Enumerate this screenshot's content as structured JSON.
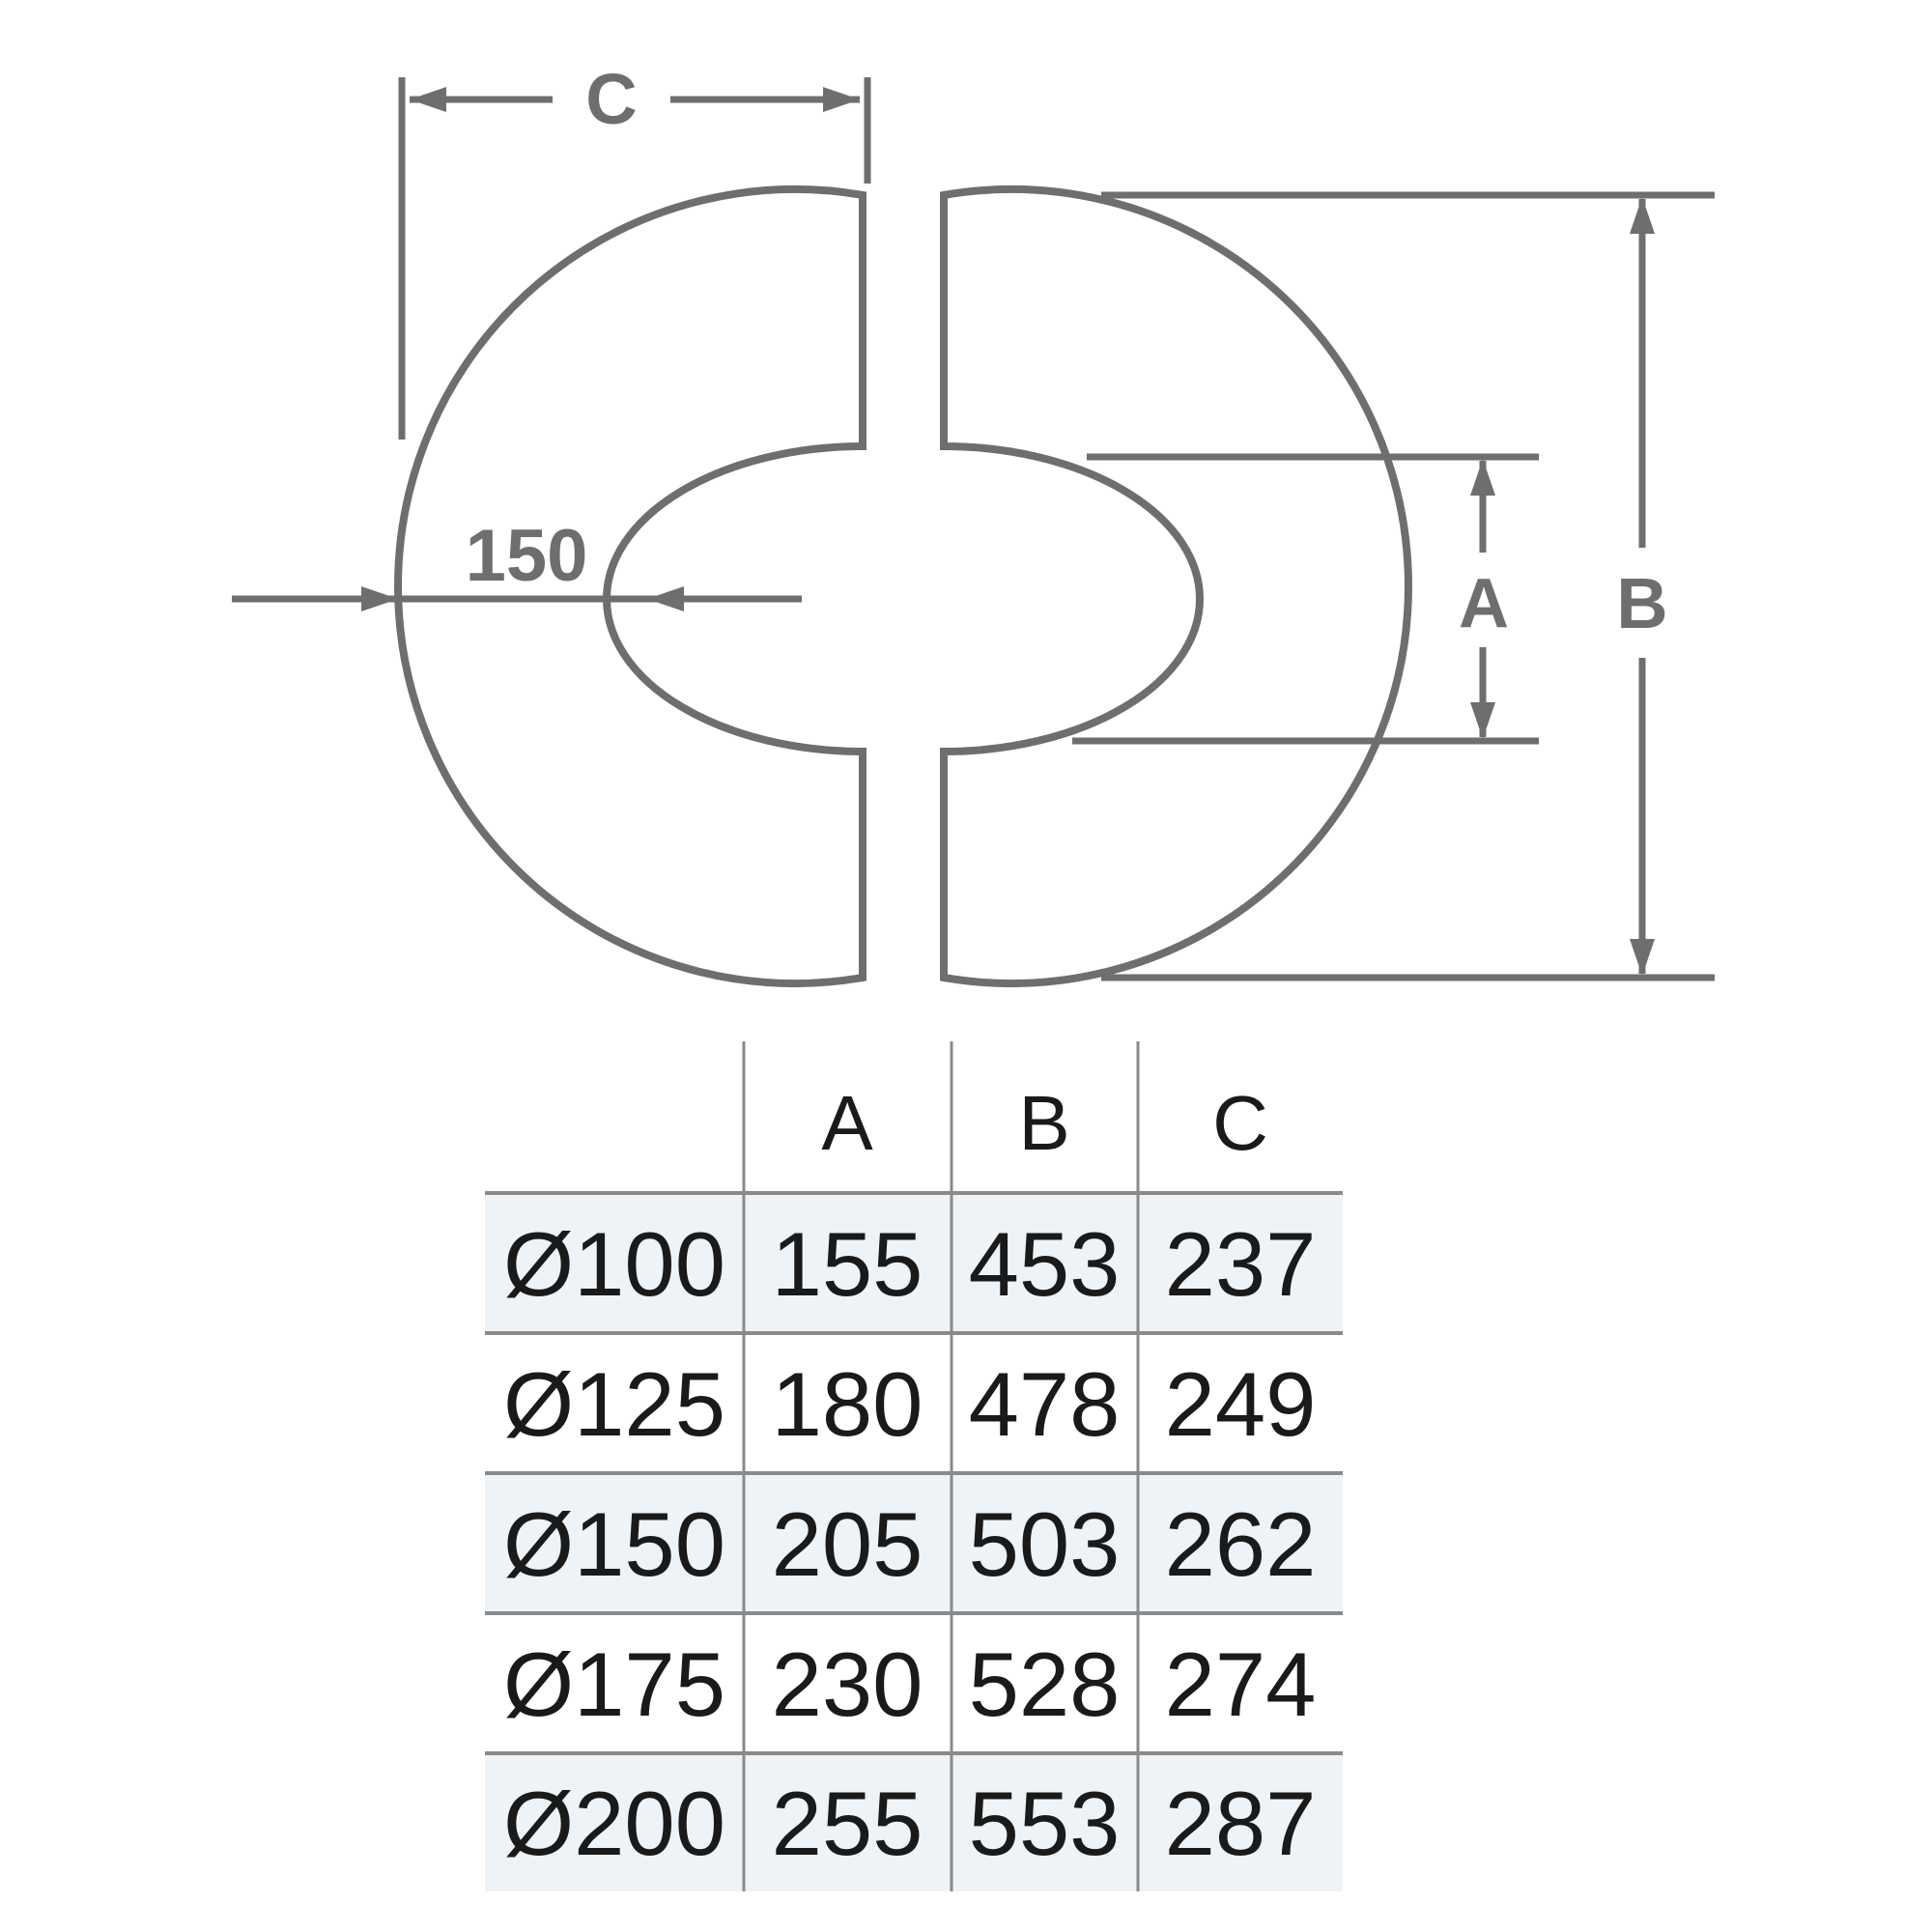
{
  "diagram": {
    "line_color": "#6e6e6e",
    "label_c": "C",
    "label_bore": "150",
    "label_a": "A",
    "label_b": "B"
  },
  "table": {
    "grid_color": "#8a8a8a",
    "shade_color": "#edf3f7",
    "text_color": "#1a1a1a",
    "headers": [
      "A",
      "B",
      "C"
    ],
    "rows": [
      {
        "size": "Ø100",
        "a": "155",
        "b": "453",
        "c": "237"
      },
      {
        "size": "Ø125",
        "a": "180",
        "b": "478",
        "c": "249"
      },
      {
        "size": "Ø150",
        "a": "205",
        "b": "503",
        "c": "262"
      },
      {
        "size": "Ø175",
        "a": "230",
        "b": "528",
        "c": "274"
      },
      {
        "size": "Ø200",
        "a": "255",
        "b": "553",
        "c": "287"
      }
    ]
  }
}
